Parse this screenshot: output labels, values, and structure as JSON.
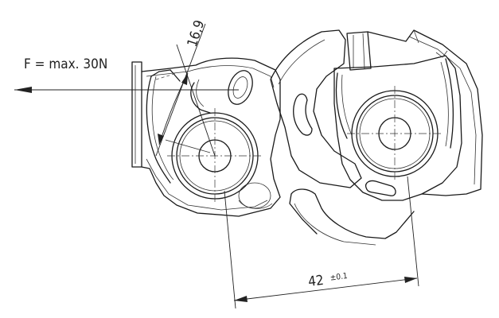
{
  "force_label": "F = max. 30N",
  "dimensions": {
    "angle_value": "16,9",
    "distance_value": "42",
    "distance_tolerance": "±0.1"
  }
}
